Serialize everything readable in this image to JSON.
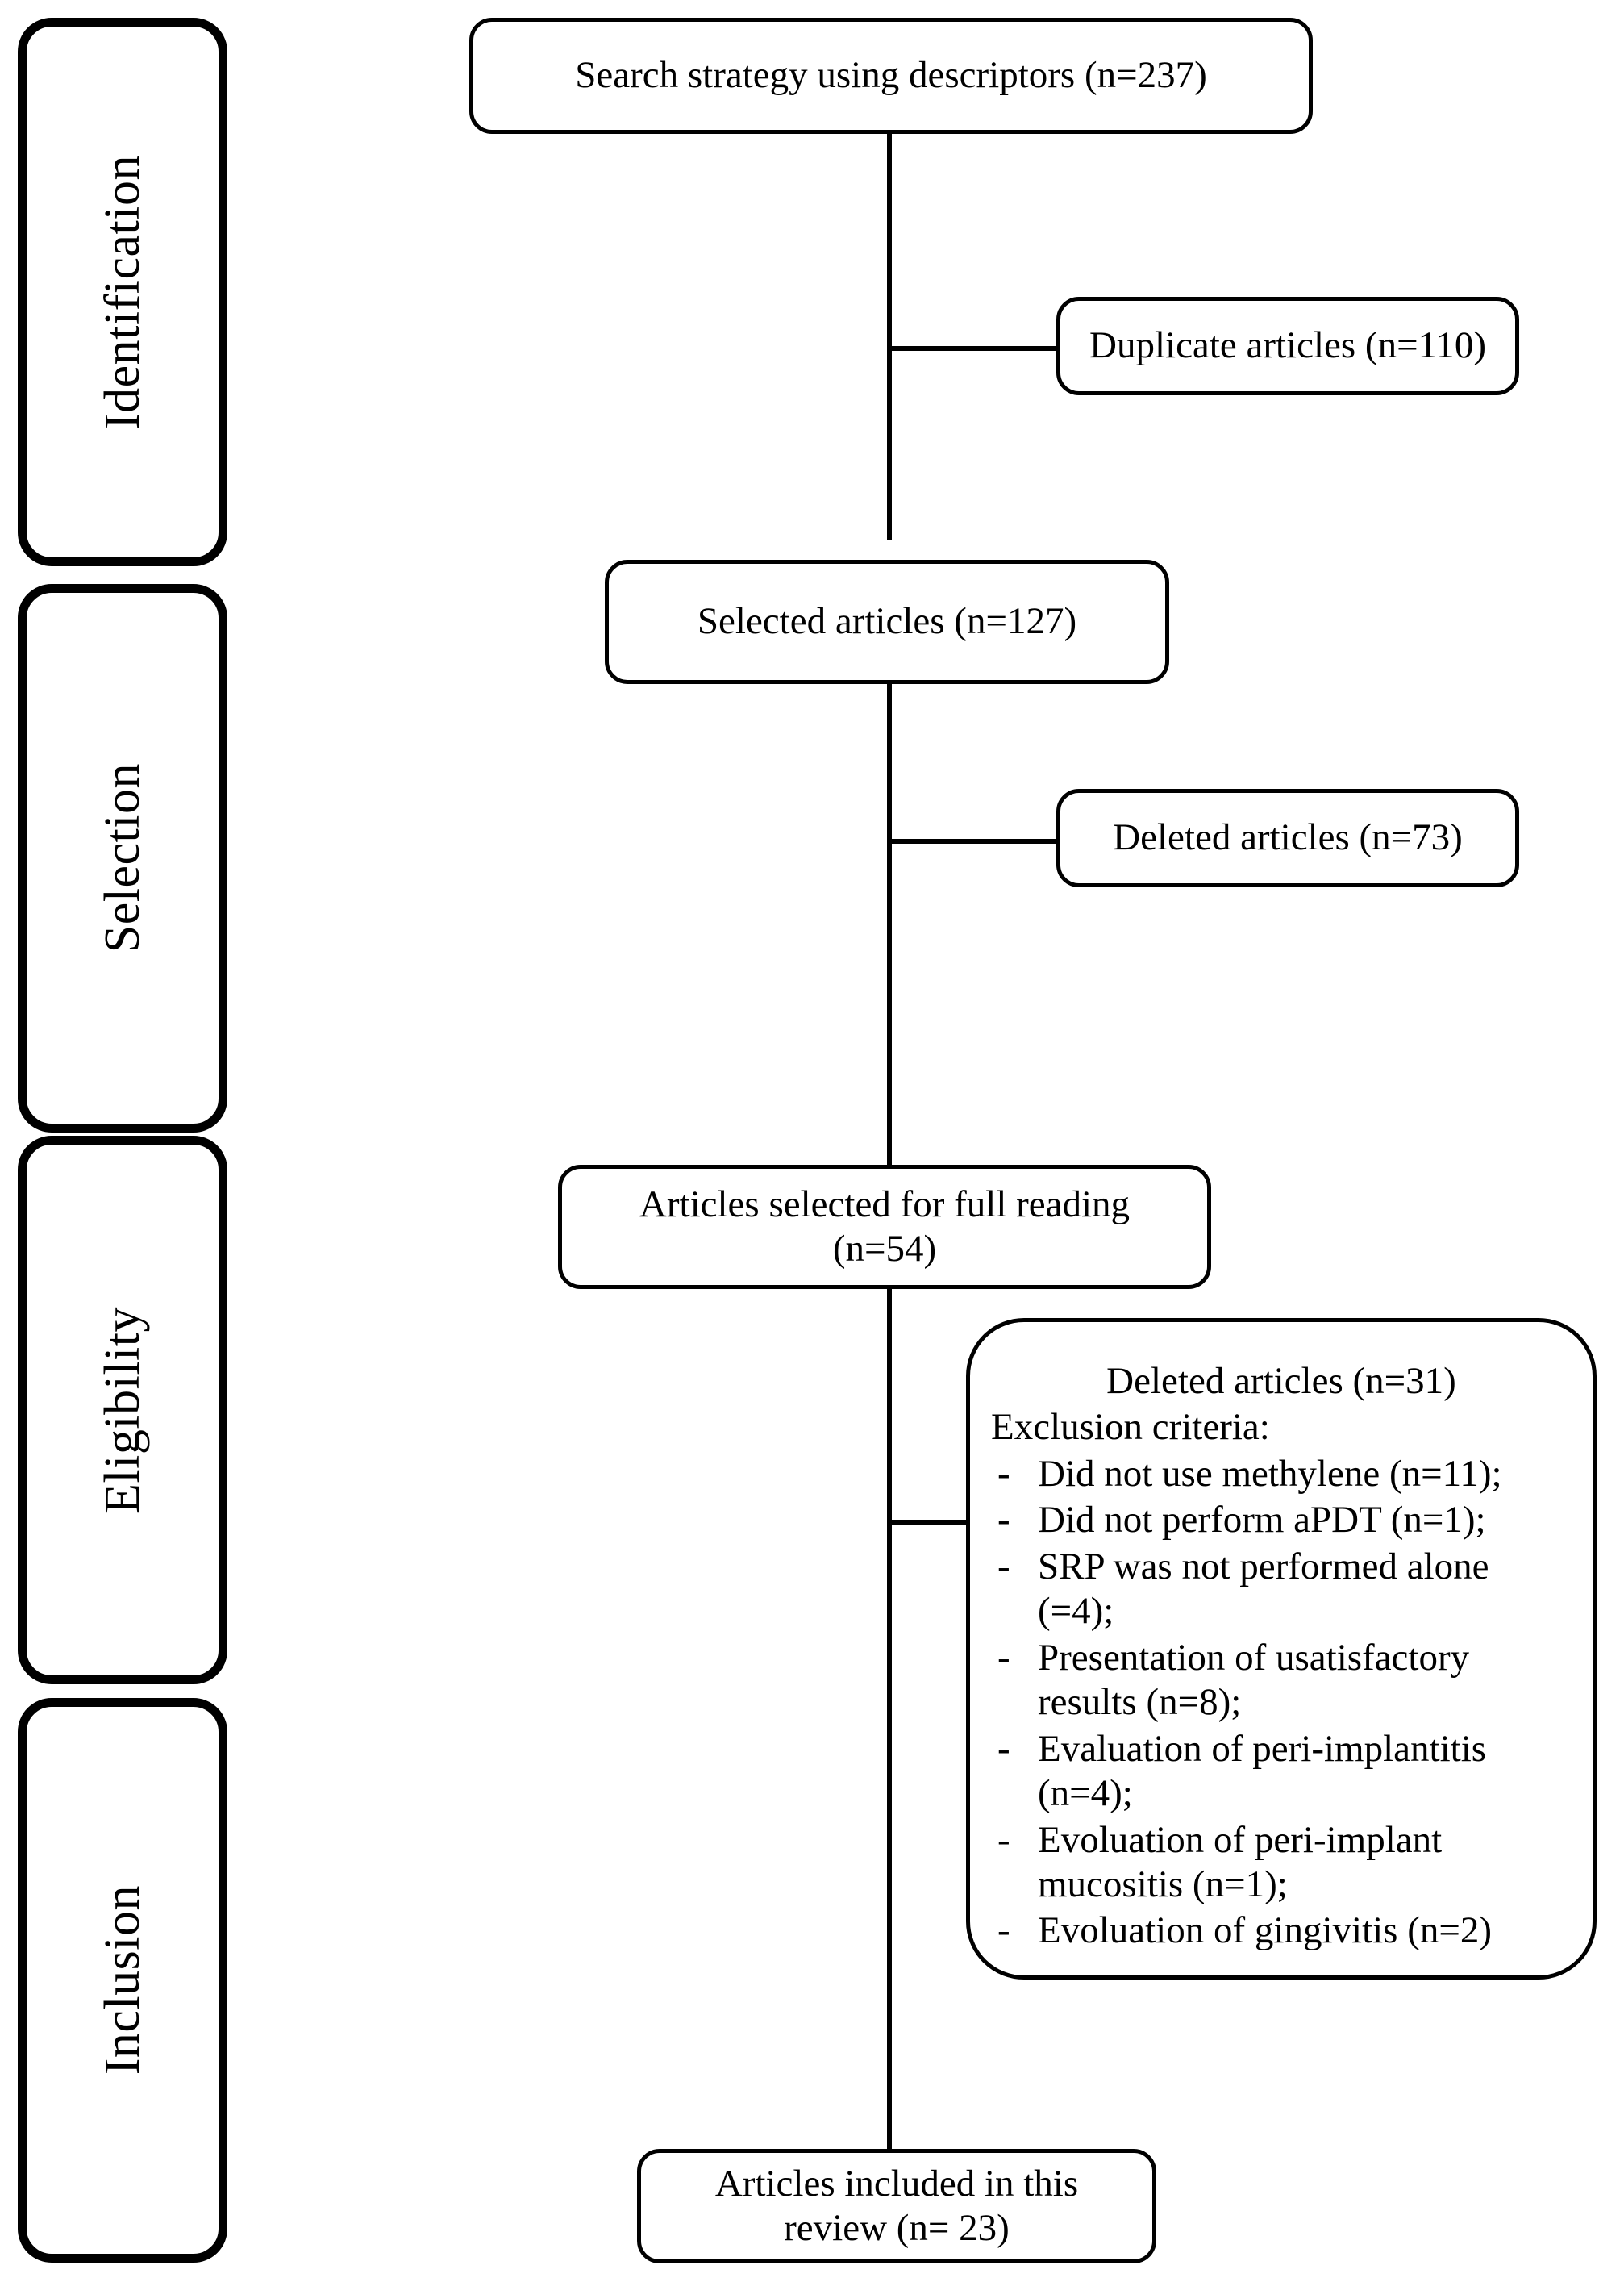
{
  "diagram": {
    "type": "prisma-flow-diagram",
    "stages": [
      {
        "id": "identification",
        "label": "Identification"
      },
      {
        "id": "selection",
        "label": "Selection"
      },
      {
        "id": "eligibility",
        "label": "Eligibility"
      },
      {
        "id": "inclusion",
        "label": "Inclusion"
      }
    ],
    "nodes": {
      "search_strategy": {
        "label": "Search strategy using descriptors (n=237)",
        "count": 237
      },
      "duplicates": {
        "label": "Duplicate articles (n=110)",
        "count": 110
      },
      "selected": {
        "label": "Selected articles (n=127)",
        "count": 127
      },
      "deleted_selection": {
        "label": "Deleted articles (n=73)",
        "count": 73
      },
      "full_reading": {
        "line1": "Articles selected for full reading",
        "line2": "(n=54)",
        "count": 54
      },
      "included": {
        "line1": "Articles included in this",
        "line2": "review (n= 23)",
        "count": 23
      }
    },
    "exclusion": {
      "title": "Deleted articles (n=31)",
      "count": 31,
      "subtitle": "Exclusion criteria:",
      "bullet_marker": "-",
      "items": [
        {
          "text": "Did not use methylene (n=11);",
          "count": 11
        },
        {
          "text": "Did not perform aPDT (n=1);",
          "count": 1
        },
        {
          "text": "SRP was not performed alone (=4);",
          "count": 4
        },
        {
          "text": "Presentation of usatisfactory results (n=8);",
          "count": 8
        },
        {
          "text": "Evaluation of peri-implantitis (n=4);",
          "count": 4
        },
        {
          "text": "Evoluation of peri-implant mucositis (n=1);",
          "count": 1
        },
        {
          "text": "Evoluation of gingivitis (n=2)",
          "count": 2
        }
      ]
    },
    "colors": {
      "stroke": "#000000",
      "background": "#ffffff",
      "text": "#000000"
    }
  }
}
